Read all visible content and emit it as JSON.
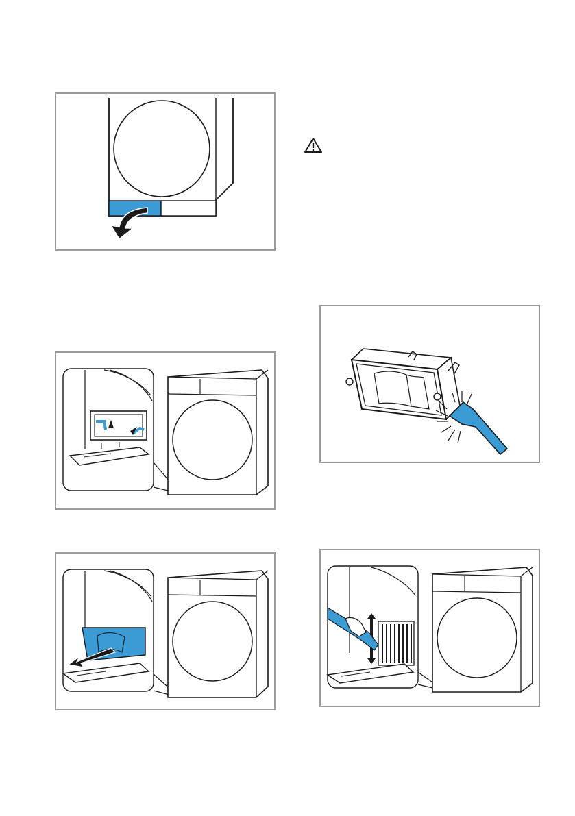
{
  "figures": [
    {
      "id": "p1",
      "icon": "drawer-pull-icon"
    },
    {
      "id": "p2",
      "icon": "filter-brush-icon"
    },
    {
      "id": "p3",
      "icon": "filter-unlock-icon"
    },
    {
      "id": "p4",
      "icon": "filter-remove-icon"
    },
    {
      "id": "p5",
      "icon": "filter-vacuum-icon"
    }
  ],
  "warning": {
    "icon": "warning-triangle-icon"
  },
  "colors": {
    "accent": "#3a9bd5",
    "frame": "#9b9b9b",
    "line": "#1a1a1a"
  }
}
